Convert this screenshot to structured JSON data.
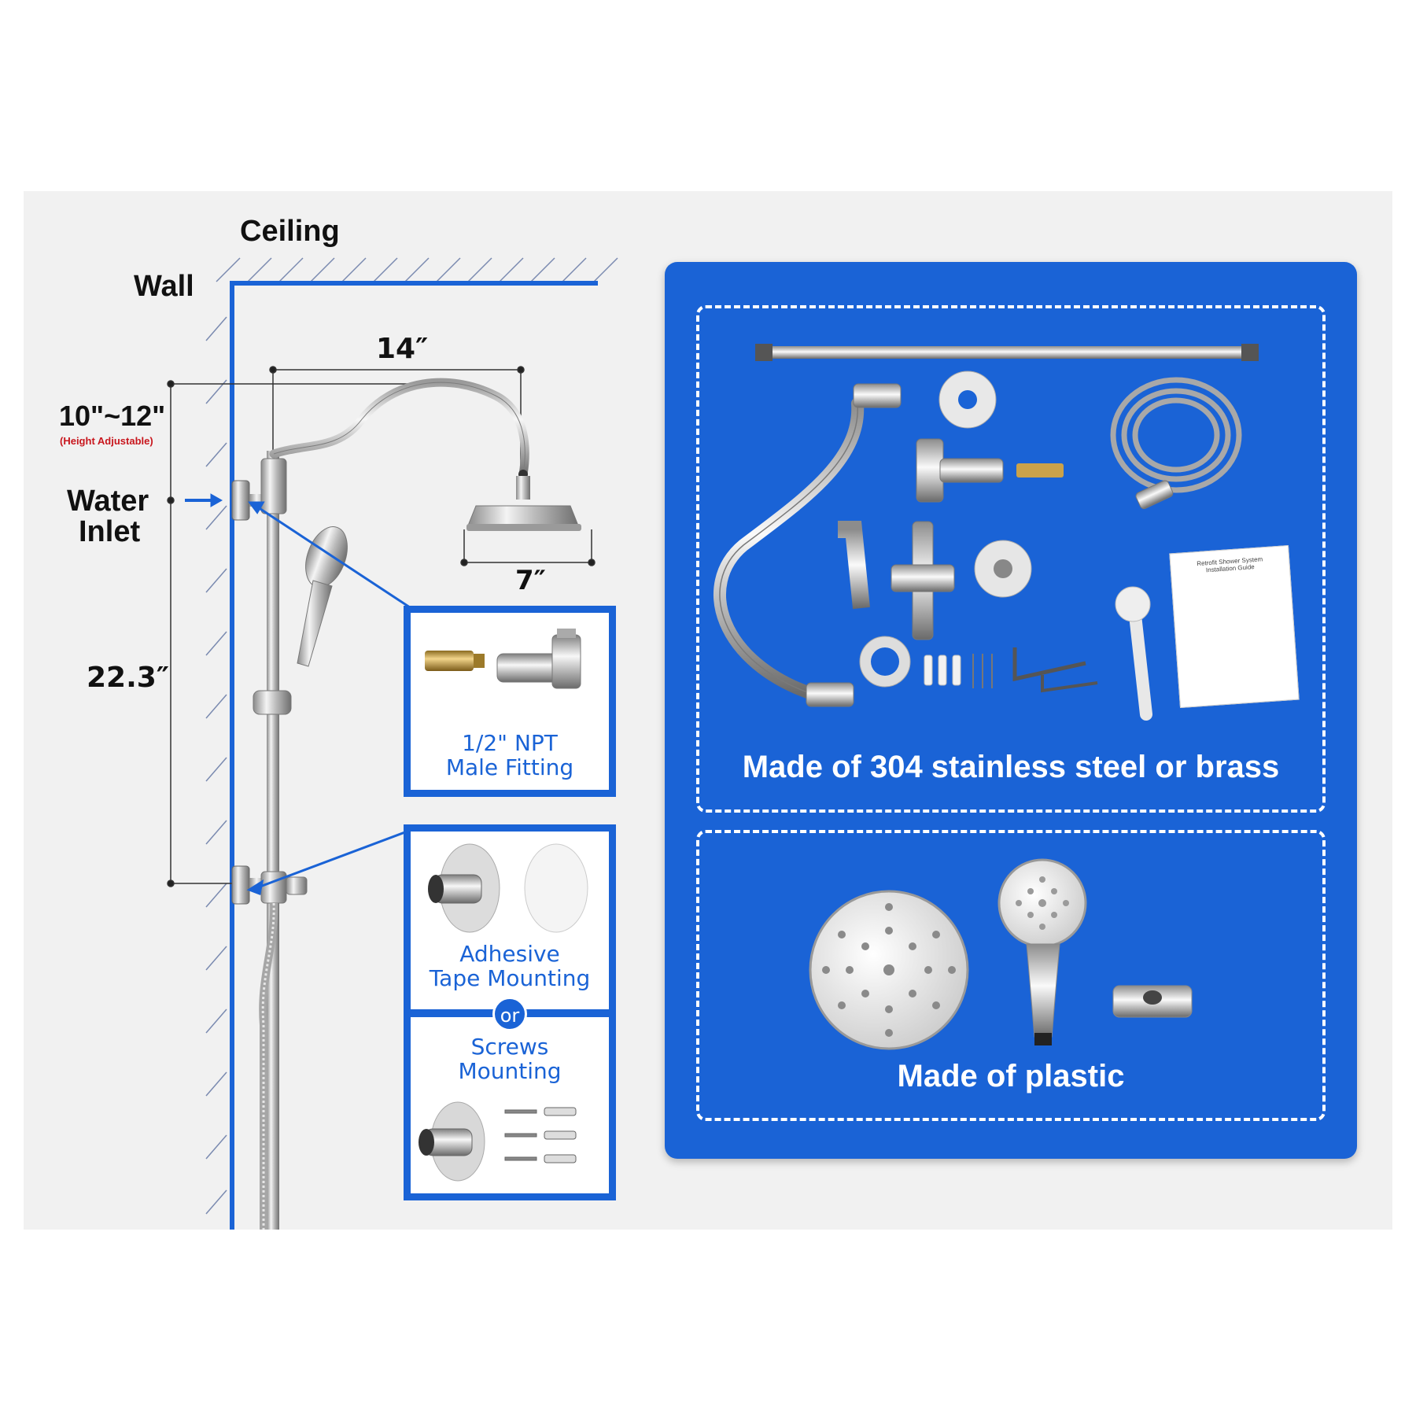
{
  "diagram": {
    "labels": {
      "ceiling": "Ceiling",
      "wall": "Wall",
      "water_inlet_line1": "Water",
      "water_inlet_line2": "Inlet",
      "height_range": "10\"~12\"",
      "height_note": "(Height Adjustable)",
      "arm_length": "14″",
      "head_diameter": "7″",
      "bar_length": "22.3″"
    },
    "callouts": {
      "fitting_line1": "1/2\" NPT",
      "fitting_line2": "Male Fitting",
      "adhesive_line1": "Adhesive",
      "adhesive_line2": "Tape Mounting",
      "or": "or",
      "screws_line1": "Screws",
      "screws_line2": "Mounting"
    }
  },
  "components": {
    "steel_title": "Made of 304 stainless steel or brass",
    "plastic_title": "Made of plastic",
    "guide_title": "Retrofit Shower System",
    "guide_subtitle": "Installation Guide"
  },
  "colors": {
    "accent_blue": "#1a63d6",
    "note_red": "#c8161d",
    "background": "#f1f1f1"
  }
}
